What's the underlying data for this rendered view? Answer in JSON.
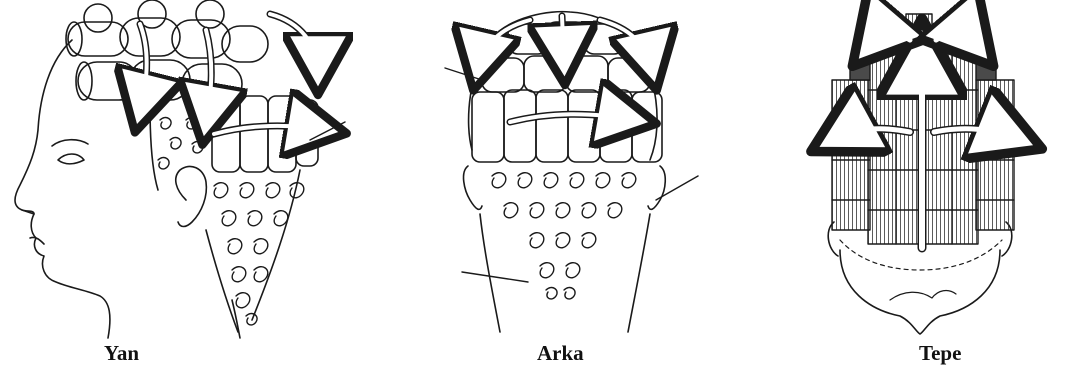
{
  "diagram": {
    "views": [
      {
        "label": "Yan"
      },
      {
        "label": "Arka"
      },
      {
        "label": "Tepe"
      }
    ]
  },
  "colors": {
    "ink": "#1a1a1a",
    "paper": "#ffffff",
    "shade": "#4a4a4a"
  }
}
